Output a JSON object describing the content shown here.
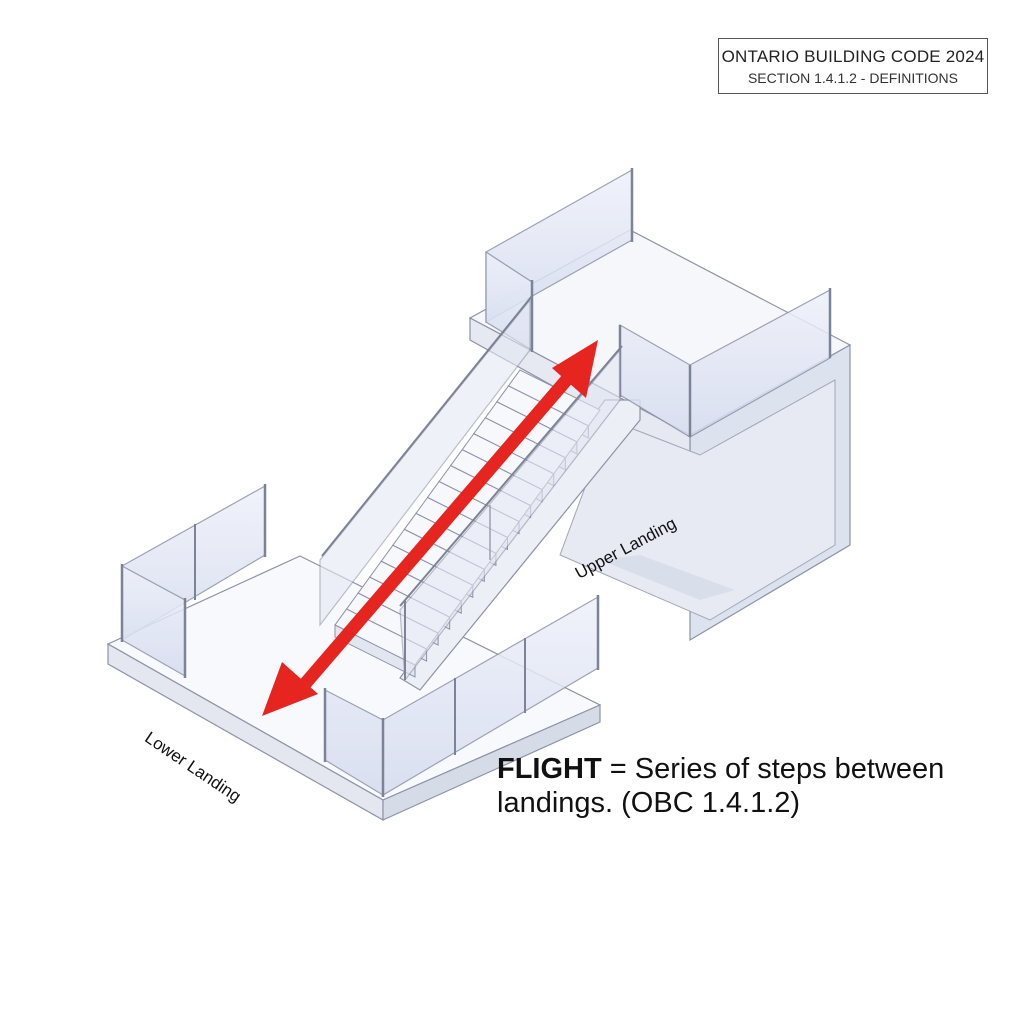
{
  "code_box": {
    "line1": "ONTARIO BUILDING CODE 2024",
    "line2": "SECTION 1.4.1.2 - DEFINITIONS"
  },
  "labels": {
    "upper_landing": "Upper Landing",
    "lower_landing": "Lower Landing"
  },
  "definition": {
    "term": "FLIGHT",
    "text": " = Series of steps between landings. (OBC 1.4.1.2)"
  },
  "colors": {
    "arrow": "#e62420",
    "glass": "#dfe4f3",
    "stroke": "#8d93a6"
  }
}
